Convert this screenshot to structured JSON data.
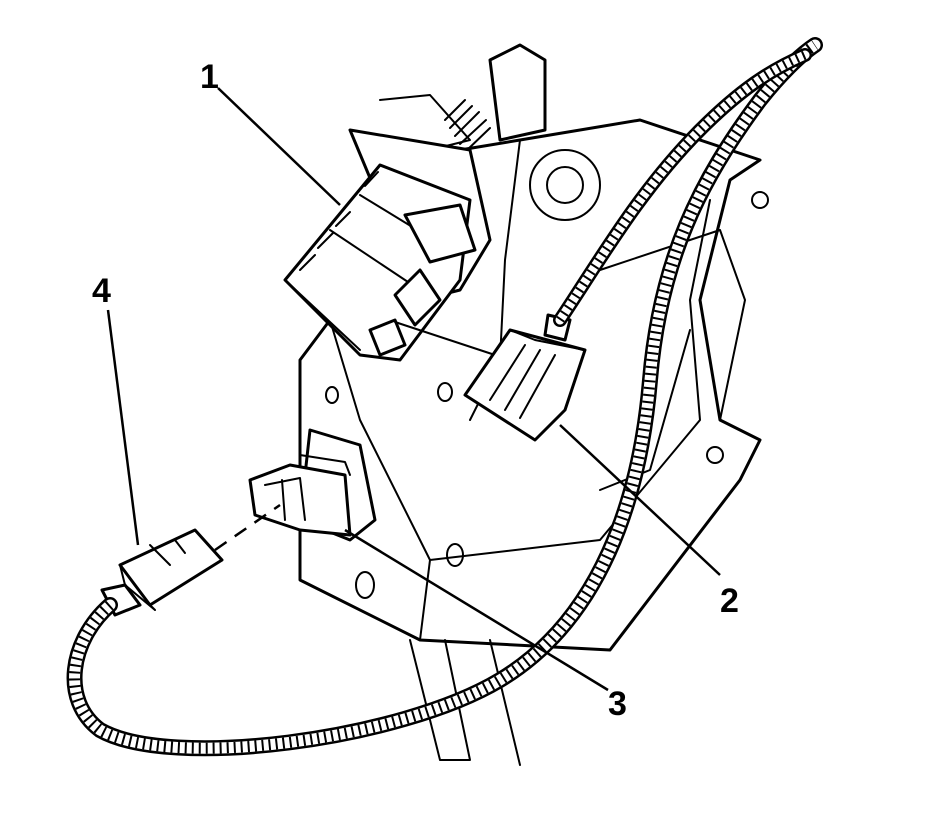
{
  "callouts": [
    {
      "id": "1",
      "label": "1"
    },
    {
      "id": "2",
      "label": "2"
    },
    {
      "id": "3",
      "label": "3"
    },
    {
      "id": "4",
      "label": "4"
    }
  ],
  "style": {
    "line_color": "#000000",
    "background": "#ffffff"
  }
}
